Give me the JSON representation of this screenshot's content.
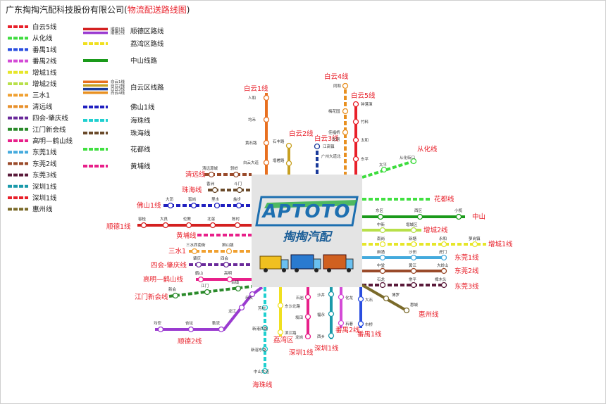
{
  "title": {
    "company": "广东掏掏汽配科技股份有限公司",
    "open": "(",
    "subtitle": "物流配送路线图",
    "close": ")"
  },
  "logo": {
    "brand": "APTOTO",
    "cn": "掏掏汽配"
  },
  "legend_left": [
    {
      "label": "白云5线",
      "color": "#e8202a"
    },
    {
      "label": "从化线",
      "color": "#3ddc3d"
    },
    {
      "label": "番禺1线",
      "color": "#2a4ee0"
    },
    {
      "label": "番禺2线",
      "color": "#d44bd6"
    },
    {
      "label": "增城1线",
      "color": "#e6e62a"
    },
    {
      "label": "增城2线",
      "color": "#b8e04a"
    },
    {
      "label": "三水1",
      "color": "#f0a030"
    },
    {
      "label": "清远线",
      "color": "#e8902a"
    },
    {
      "label": "四会-肇庆线",
      "color": "#6a2a9a"
    },
    {
      "label": "江门新会线",
      "color": "#2a8a2a"
    },
    {
      "label": "高明—鹤山线",
      "color": "#e8208a"
    },
    {
      "label": "东莞1线",
      "color": "#44aadd"
    },
    {
      "label": "东莞2线",
      "color": "#9a4a2a"
    },
    {
      "label": "东莞3线",
      "color": "#5a1a3a"
    },
    {
      "label": "深圳1线",
      "color": "#1a9aaa"
    },
    {
      "label": "深圳1线",
      "color": "#e8202a"
    },
    {
      "label": "惠州线",
      "color": "#7a6a2a"
    }
  ],
  "legend_mid": [
    {
      "label": "顺德区路线",
      "color": "#d42020",
      "color2": "#9a3ad0",
      "mini": [
        "顺德1线",
        "顺德2线"
      ]
    },
    {
      "label": "荔湾区路线",
      "color": "#f0e020"
    },
    {
      "label": "中山线路",
      "color": "#1a9a1a"
    },
    {
      "label": "白云区线路",
      "color": "#e87020",
      "color2": "#c8a020",
      "color3": "#1a3a9a",
      "color4": "#e89020",
      "mini": [
        "白云1线",
        "白云2线",
        "白云3线",
        "白云4线"
      ]
    },
    {
      "label": "佛山1线",
      "color": "#2020c0"
    },
    {
      "label": "海珠线",
      "color": "#20d0d0"
    },
    {
      "label": "珠海线",
      "color": "#6a4a2a"
    },
    {
      "label": "花都线",
      "color": "#40e040"
    },
    {
      "label": "黄埔线",
      "color": "#e8208a"
    }
  ],
  "route_labels": {
    "baiyun1": "白云1线",
    "baiyun2": "白云2线",
    "baiyun3": "白云3线",
    "baiyun4": "白云4线",
    "baiyun5": "白云5线",
    "conghua": "从化线",
    "huadu": "花都线",
    "zhongshan": "中山",
    "zengcheng2": "增城2线",
    "zengcheng1": "增城1线",
    "dongguan1": "东莞1线",
    "dongguan2": "东莞2线",
    "dongguan3": "东莞3线",
    "huizhou": "惠州线",
    "qingyuan": "清远线",
    "zhuhai": "珠海线",
    "foshan1": "佛山1线",
    "shunde1": "顺德1线",
    "huangpu": "黄埔线",
    "sanshui1": "三水1",
    "sihui": "四会-肇庆线",
    "gaoming": "高明—鹤山线",
    "jiangmen": "江门新会线",
    "shunde2": "顺德2线",
    "liwan": "荔湾区",
    "haizhu": "海珠线",
    "shenzhen1": "深圳1线",
    "panyu2": "番禺2线",
    "panyu1": "番禺1线"
  },
  "stations": {
    "renhe": "人和",
    "junhe": "均禾",
    "huangshilu": "黄石路",
    "baiyundadao": "白云大道",
    "shifenglu": "石丰路",
    "zengchalu": "增槎路",
    "jiangnancheng": "江高镇",
    "guangzhoudadaobei": "广州大道北",
    "tonghe": "同和",
    "meihuayuan": "梅花园",
    "jiahedu": "佳福桥",
    "longdong": "龙洞",
    "zhongluotan": "钟落潭",
    "zhuliao": "竹料",
    "taihe": "太和",
    "dongping": "东平",
    "taiping": "太平",
    "conghuajiekou": "从化街口",
    "qingyuanjiu": "清远源城",
    "yuexiu": "骄岭",
    "xiangzhou": "香洲",
    "doumen": "斗门",
    "dayuan": "大沥",
    "qiechou": "窖岗",
    "ligang": "里水",
    "yanbu": "盐步",
    "rongqi": "容桂",
    "dalianglbl": "大良",
    "lunjiao": "伦教",
    "beijiao": "北滘",
    "chencun": "陈村",
    "sanshuixinan": "三水西南街",
    "shizhen": "狮山镇",
    "zhaoqing": "肇庆",
    "sihuizhan": "四会",
    "heshan": "鹤山",
    "gaoming": "高明",
    "xinhui": "新会",
    "jiangmenzhan": "江门",
    "guzhen": "古镇",
    "junan": "均安",
    "xingtan": "杏坛",
    "leliu": "勒流",
    "lecong": "乐从",
    "longjiang": "龙江",
    "dongqu": "东区",
    "xiqu": "西区",
    "xiaolan": "小榄",
    "zhongxin": "中新",
    "zengchengqu": "增城区",
    "nangang": "南岗",
    "xintang": "新塘",
    "yonghe": "永和",
    "luogang": "萝岗镇",
    "machong": "麻涌",
    "shatian": "沙田",
    "humen": "虎门",
    "zhongtang": "中堂",
    "huangjiang": "黄江",
    "dalingshan": "大岭山",
    "shilong": "石龙",
    "changping": "常平",
    "zhangmutou": "樟木头",
    "boluo": "博罗",
    "huicheng": "惠城",
    "dashi": "大石",
    "shiqiao": "市桥",
    "hualong": "化龙",
    "shiji": "石碁",
    "shajing": "沙井",
    "fuyong": "福永",
    "xixiang": "西乡",
    "longgang": "龙岗",
    "shiyan": "石岩",
    "banyan": "坂田",
    "fangcun": "芳村",
    "dongshabeilu": "东沙北路",
    "binjianglu": "滨江路",
    "liwanzhan": "荔湾区",
    "zhongsandalu": "中山大道",
    "xingangxilu": "新港西路",
    "xinnanlu": "新滘东路",
    "haizhuzhan": "海珠线"
  }
}
